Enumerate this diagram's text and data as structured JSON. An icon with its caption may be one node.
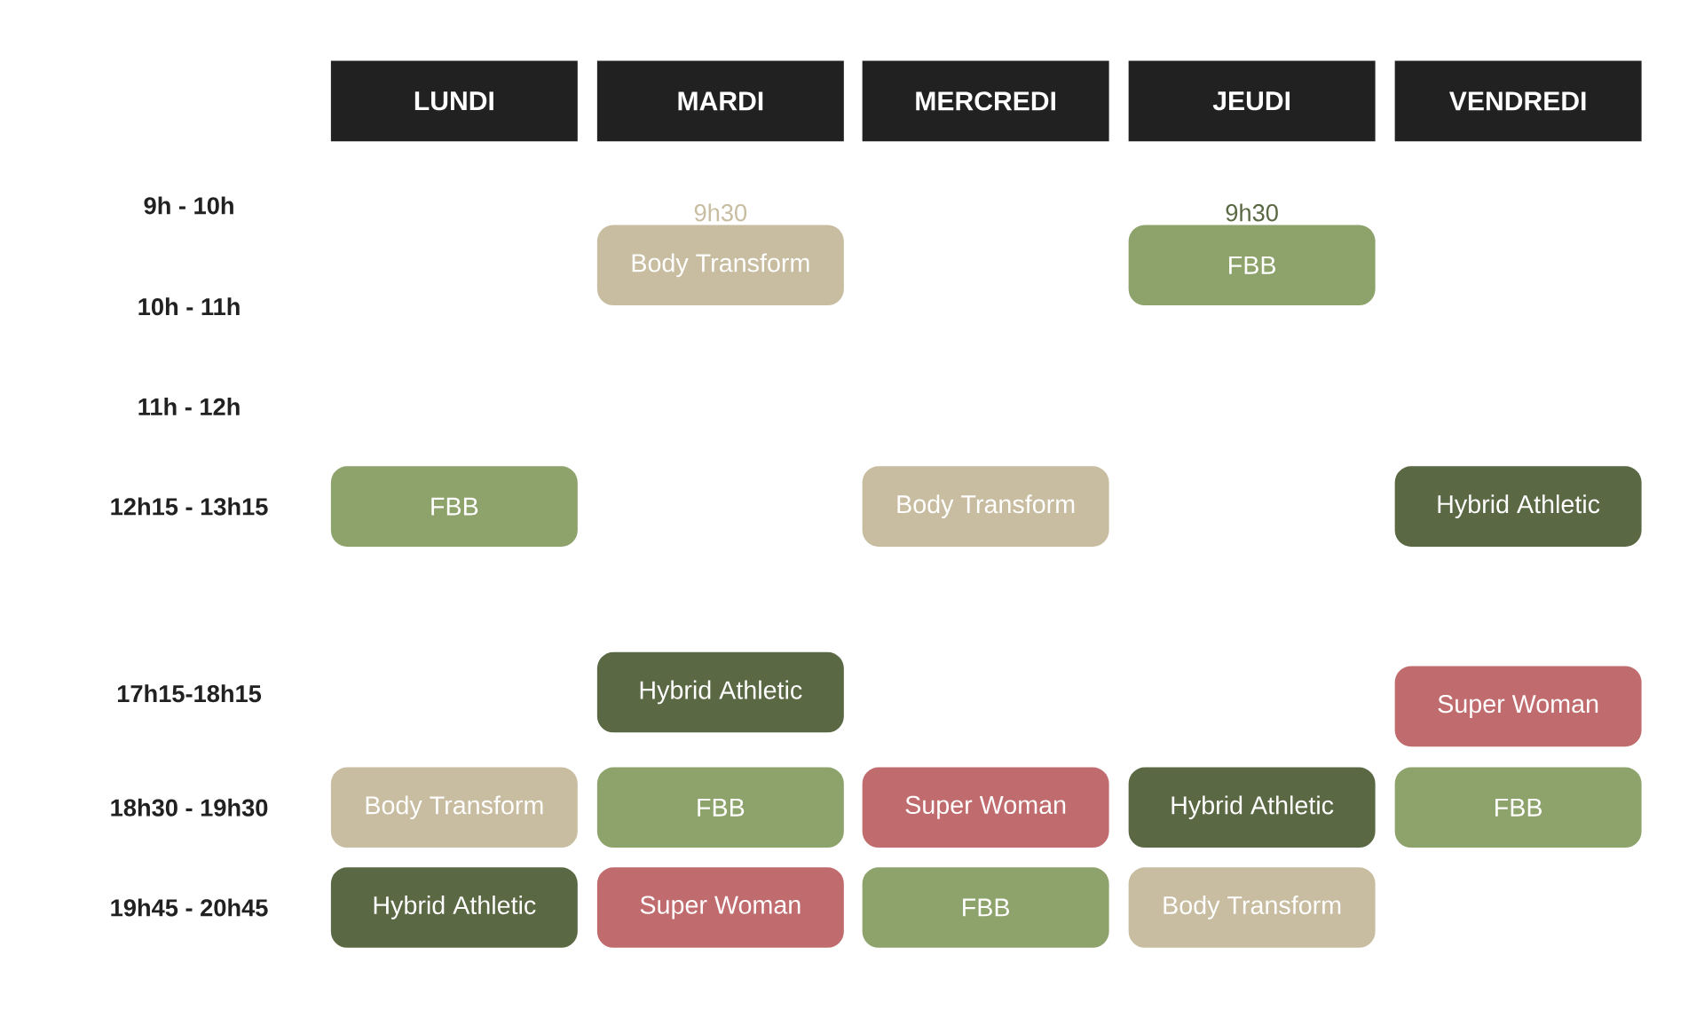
{
  "diagram": {
    "nodes": [
      {
        "text": [
          "LUNDI"
        ]
      },
      {
        "text": [
          "MARDI"
        ]
      },
      {
        "text": [
          "MERCREDI"
        ]
      },
      {
        "text": [
          "JEUDI"
        ]
      },
      {
        "text": [
          "VENDREDI"
        ]
      },
      {
        "text": [
          "Body Transform"
        ],
        "beside": [
          "9h30"
        ]
      },
      {
        "text": [
          "FBB"
        ],
        "beside": [
          "9h30"
        ]
      },
      {
        "text": [
          "FBB"
        ]
      },
      {
        "text": [
          "Body Transform"
        ]
      },
      {
        "text": [
          "Hybrid Athletic"
        ]
      },
      {
        "text": [
          "Hybrid Athletic"
        ]
      },
      {
        "text": [
          "Super Woman"
        ]
      },
      {
        "text": [
          "Body Transform"
        ]
      },
      {
        "text": [
          "FBB"
        ]
      },
      {
        "text": [
          "Super Woman"
        ]
      },
      {
        "text": [
          "Hybrid Athletic"
        ]
      },
      {
        "text": [
          "FBB"
        ]
      },
      {
        "text": [
          "Hybrid Athletic"
        ]
      },
      {
        "text": [
          "Super Woman"
        ]
      },
      {
        "text": [
          "FBB"
        ]
      },
      {
        "text": [
          "Body Transform"
        ]
      }
    ],
    "labels": [
      "9h - 10h",
      "10h - 11h",
      "11h - 12h",
      "12h15 - 13h15",
      "17h15-18h15",
      "18h30 - 19h30",
      "19h45 - 20h45"
    ]
  }
}
